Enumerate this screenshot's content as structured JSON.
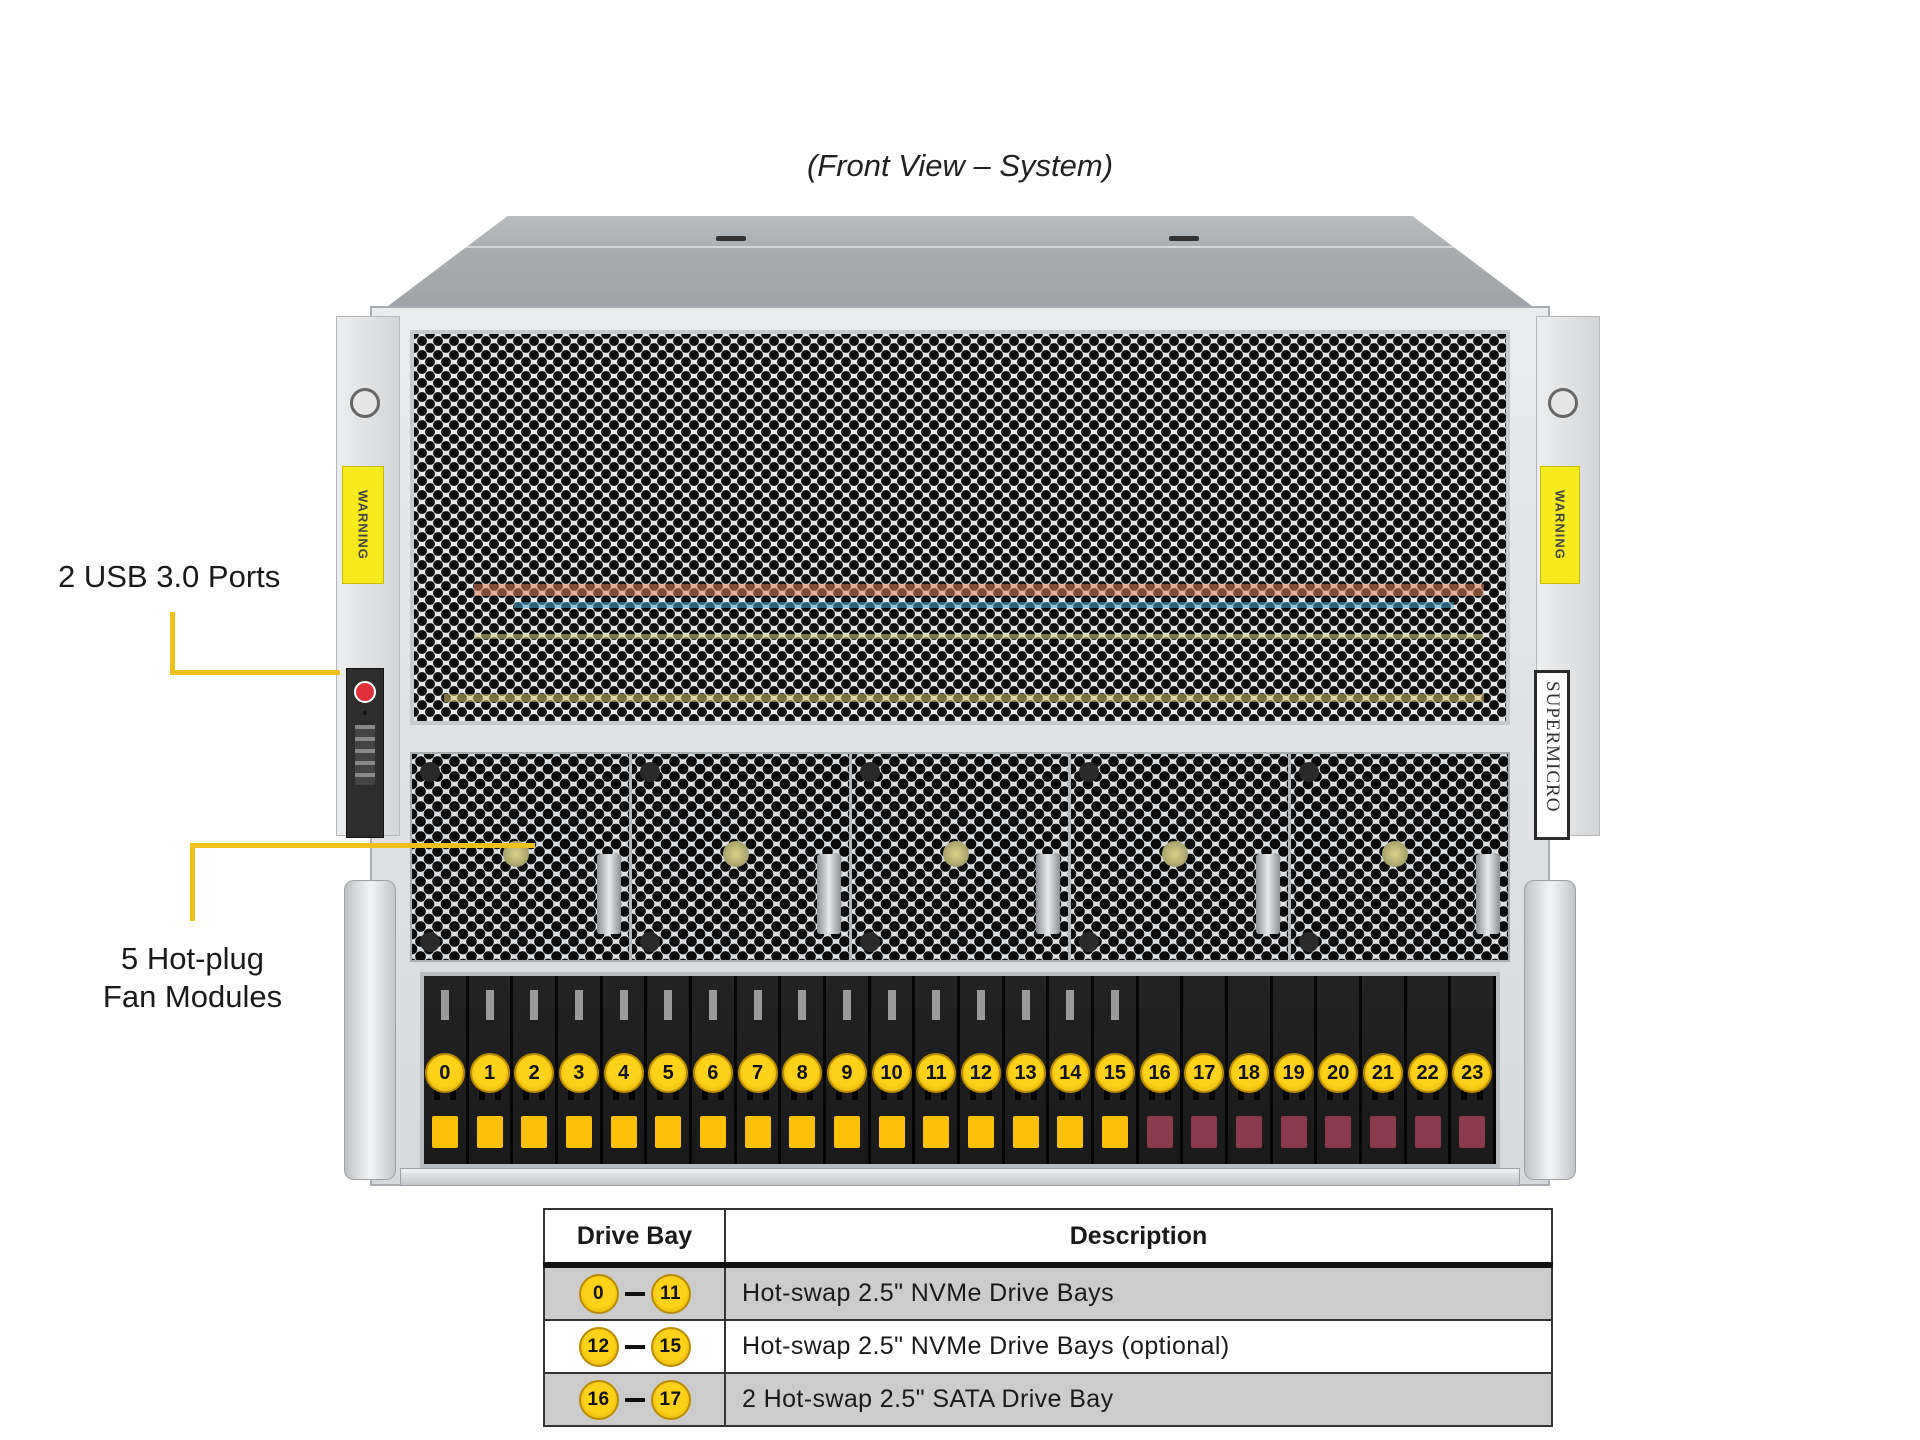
{
  "title": "(Front View – System)",
  "callouts": {
    "usb": "2 USB 3.0 Ports",
    "fans_line1": "5 Hot-plug",
    "fans_line2": "Fan Modules"
  },
  "chassis": {
    "warning_label": "WARNING",
    "brand": "SUPERMICRO",
    "fan_count": 5,
    "colors": {
      "leader": "#f0c01c",
      "badge": "#ffd21a",
      "nvme_latch": "#ffc107",
      "sata_latch": "#8a3a4c"
    }
  },
  "drive_bays": [
    {
      "n": "0",
      "type": "nvme"
    },
    {
      "n": "1",
      "type": "nvme"
    },
    {
      "n": "2",
      "type": "nvme"
    },
    {
      "n": "3",
      "type": "nvme"
    },
    {
      "n": "4",
      "type": "nvme"
    },
    {
      "n": "5",
      "type": "nvme"
    },
    {
      "n": "6",
      "type": "nvme"
    },
    {
      "n": "7",
      "type": "nvme"
    },
    {
      "n": "8",
      "type": "nvme"
    },
    {
      "n": "9",
      "type": "nvme"
    },
    {
      "n": "10",
      "type": "nvme"
    },
    {
      "n": "11",
      "type": "nvme"
    },
    {
      "n": "12",
      "type": "nvme"
    },
    {
      "n": "13",
      "type": "nvme"
    },
    {
      "n": "14",
      "type": "nvme"
    },
    {
      "n": "15",
      "type": "nvme"
    },
    {
      "n": "16",
      "type": "sata"
    },
    {
      "n": "17",
      "type": "sata"
    },
    {
      "n": "18",
      "type": "sata"
    },
    {
      "n": "19",
      "type": "sata"
    },
    {
      "n": "20",
      "type": "sata"
    },
    {
      "n": "21",
      "type": "sata"
    },
    {
      "n": "22",
      "type": "sata"
    },
    {
      "n": "23",
      "type": "sata"
    }
  ],
  "table": {
    "headers": {
      "bay": "Drive Bay",
      "description": "Description"
    },
    "rows": [
      {
        "from": "0",
        "to": "11",
        "description": "Hot-swap 2.5\" NVMe Drive Bays"
      },
      {
        "from": "12",
        "to": "15",
        "description": "Hot-swap 2.5\" NVMe Drive Bays (optional)"
      },
      {
        "from": "16",
        "to": "17",
        "description": "2 Hot-swap 2.5\" SATA Drive Bay"
      }
    ]
  }
}
